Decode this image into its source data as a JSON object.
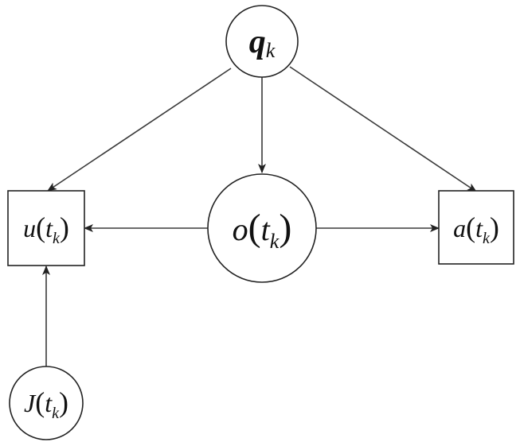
{
  "diagram": {
    "nodes": {
      "q": {
        "main": "q",
        "sub": "k"
      },
      "o": {
        "main": "o",
        "arg": "t",
        "sub": "k"
      },
      "u": {
        "main": "u",
        "arg": "t",
        "sub": "k"
      },
      "a": {
        "main": "a",
        "arg": "t",
        "sub": "k"
      },
      "J": {
        "main": "J",
        "arg": "t",
        "sub": "k"
      }
    },
    "edges": [
      {
        "from": "q",
        "to": "u"
      },
      {
        "from": "q",
        "to": "o"
      },
      {
        "from": "q",
        "to": "a"
      },
      {
        "from": "o",
        "to": "u"
      },
      {
        "from": "o",
        "to": "a"
      },
      {
        "from": "J",
        "to": "u"
      }
    ]
  }
}
